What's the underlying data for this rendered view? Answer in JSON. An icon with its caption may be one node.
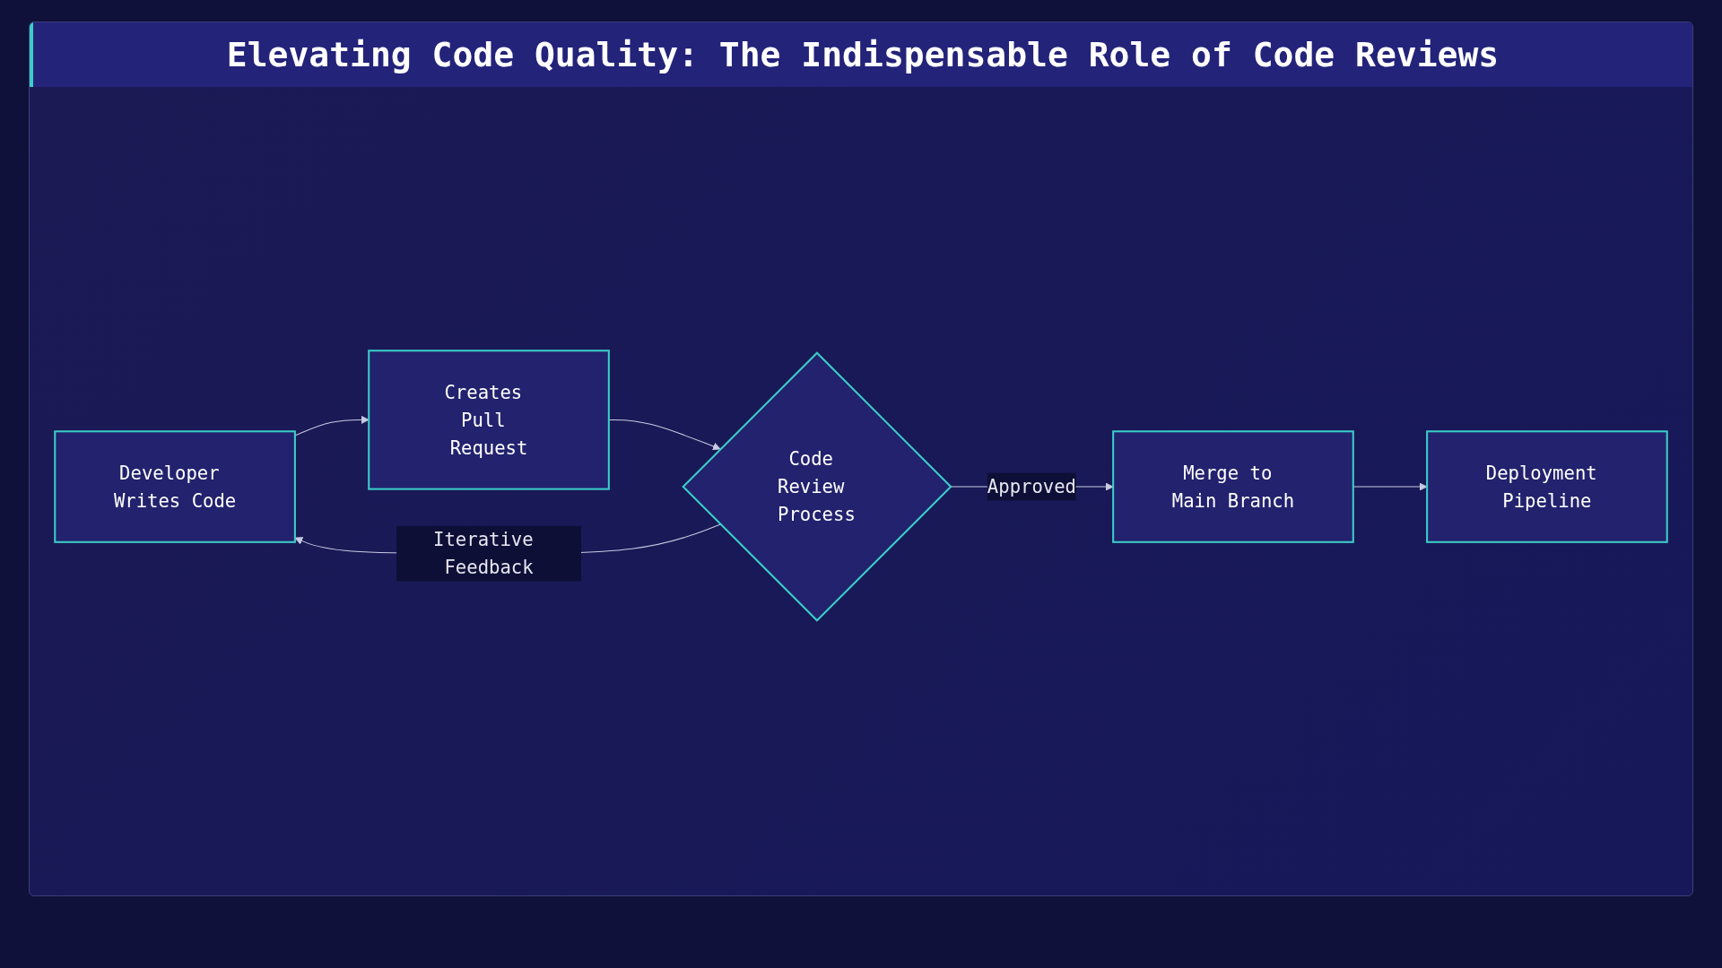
{
  "diagram": {
    "title": "Elevating Code Quality: The Indispensable Role of Code Reviews",
    "nodes": [
      {
        "text": [
          "Developer Writes Code"
        ]
      },
      {
        "text": [
          "Creates Pull Request"
        ]
      },
      {
        "text": [
          "Code Review Process"
        ]
      },
      {
        "text": [
          "Merge to Main Branch"
        ]
      },
      {
        "text": [
          "Deployment Pipeline"
        ]
      }
    ],
    "edges": [
      {
        "from": 0,
        "to": 1,
        "arrow": "to"
      },
      {
        "from": 1,
        "to": 2,
        "arrow": "to"
      },
      {
        "from": 2,
        "to": 0,
        "arrow": "to",
        "label": "Iterative Feedback"
      },
      {
        "from": 2,
        "to": 3,
        "arrow": "to",
        "label": "Approved"
      },
      {
        "from": 3,
        "to": 4,
        "arrow": "to"
      }
    ]
  }
}
